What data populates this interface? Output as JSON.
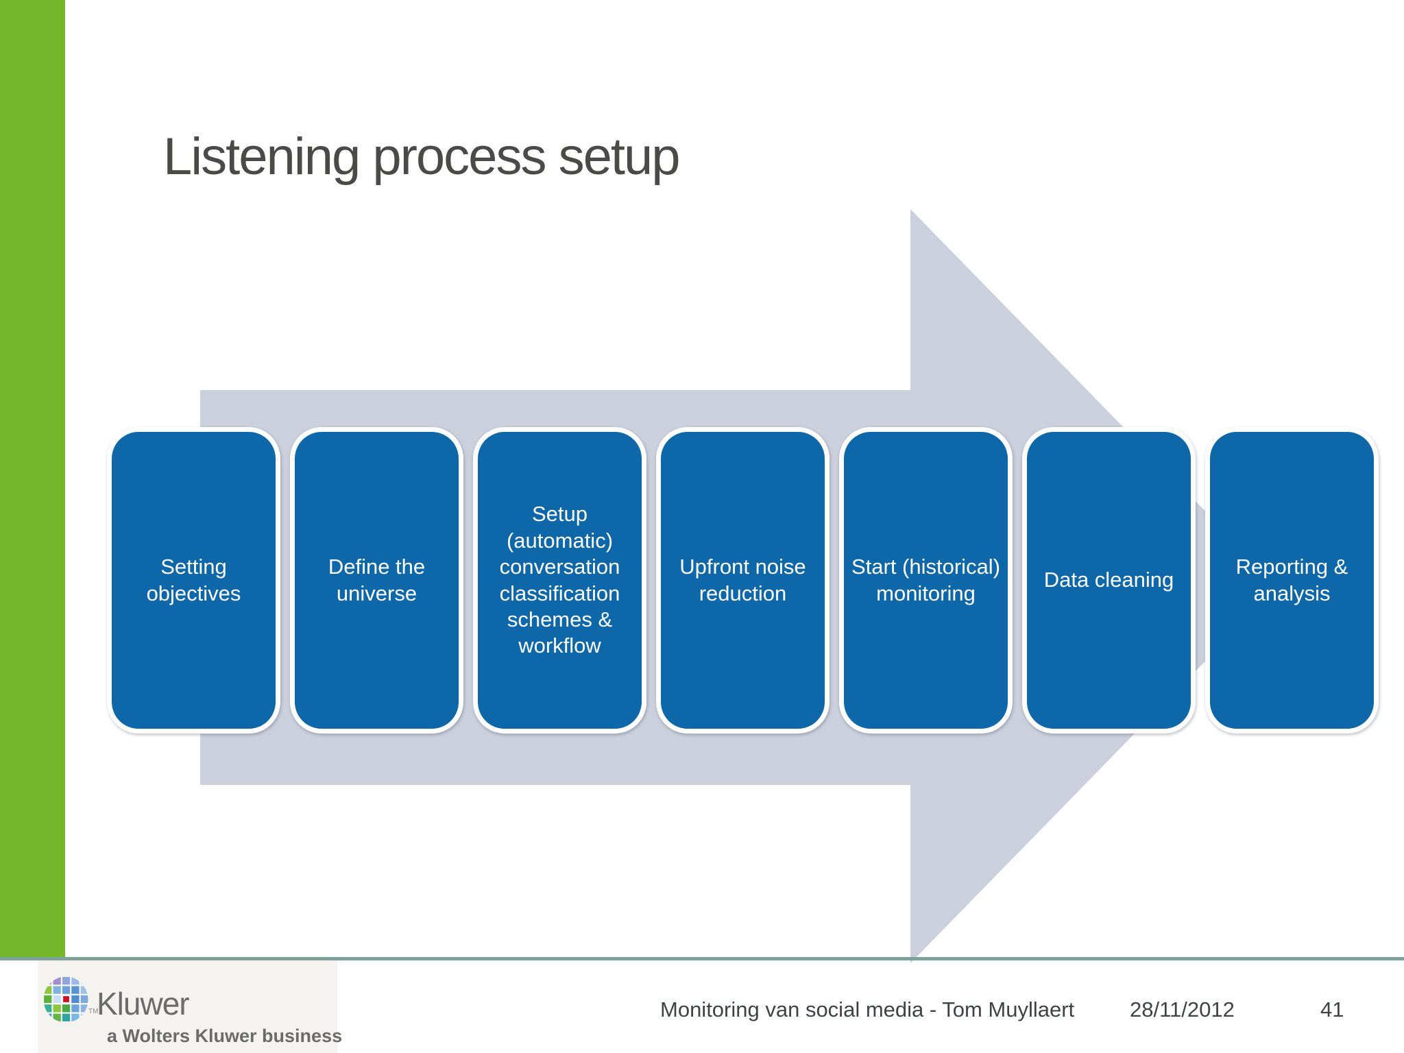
{
  "slide": {
    "title": "Listening process setup"
  },
  "diagram": {
    "type": "process-flow-arrow",
    "steps": [
      "Setting objectives",
      "Define the universe",
      "Setup (automatic) conversation classification schemes & workflow",
      "Upfront noise reduction",
      "Start (historical) monitoring",
      "Data cleaning",
      "Reporting & analysis"
    ]
  },
  "footer": {
    "credit": "Monitoring van social media - Tom Muyllaert",
    "date": "28/11/2012",
    "page_number": "41",
    "logo": {
      "name": "Kluwer",
      "trademark": "TM",
      "tagline": "a Wolters Kluwer business"
    }
  },
  "colors": {
    "step_blue": "#0E67A8",
    "arrow_gray": "#CBD0DC",
    "accent_green": "#76B82B",
    "footer_line_teal": "#7DA29A",
    "title_gray": "#4A4A48",
    "footer_text_gray": "#3F4245",
    "logo_red": "#CE1126"
  }
}
